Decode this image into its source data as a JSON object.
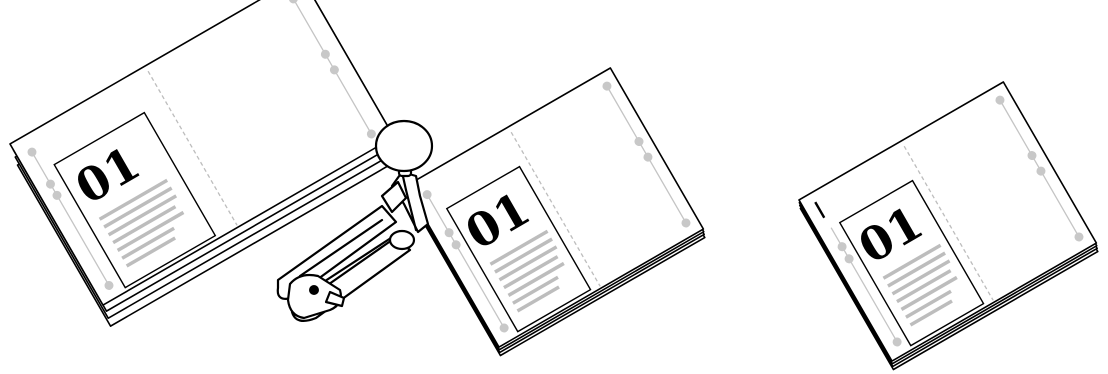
{
  "booklets": [
    {
      "label": "01"
    },
    {
      "label": "01"
    },
    {
      "label": "01"
    }
  ]
}
